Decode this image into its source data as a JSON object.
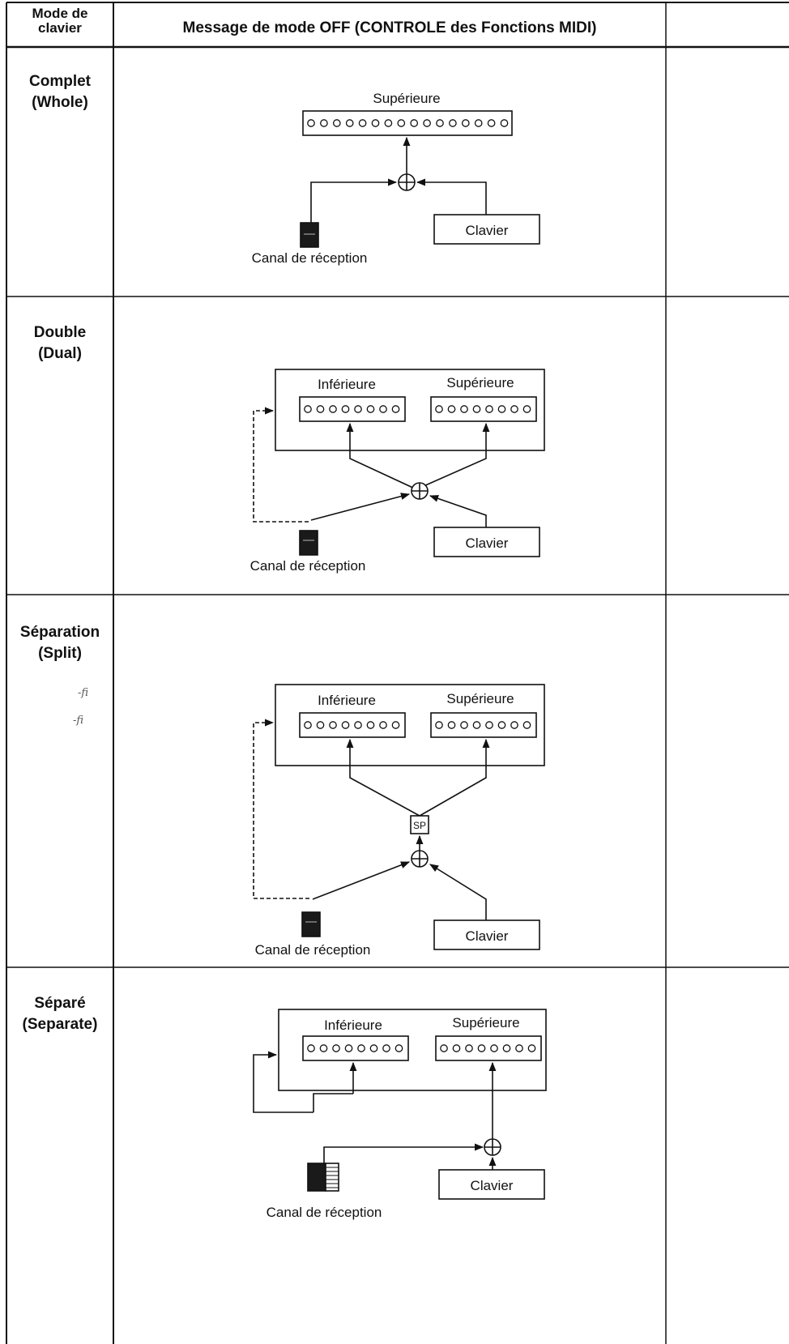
{
  "header": {
    "col1_line1": "Mode de",
    "col1_line2": "clavier",
    "col2": "Message de mode OFF (CONTROLE des Fonctions MIDI)"
  },
  "rows": [
    {
      "mode": "Complet",
      "mode_en": "(Whole)"
    },
    {
      "mode": "Double",
      "mode_en": "(Dual)"
    },
    {
      "mode": "Séparation",
      "mode_en": "(Split)"
    },
    {
      "mode": "Séparé",
      "mode_en": "(Separate)"
    }
  ],
  "labels": {
    "upper": "Supérieure",
    "lower": "Inférieure",
    "keyboard": "Clavier",
    "receive_channel": "Canal de réception",
    "split_point": "SP",
    "adder": "+"
  },
  "scribbles": [
    "-fi",
    "-fi"
  ],
  "colors": {
    "line": "#111111",
    "background": "#ffffff",
    "channel_block": "#1a1a1a"
  }
}
